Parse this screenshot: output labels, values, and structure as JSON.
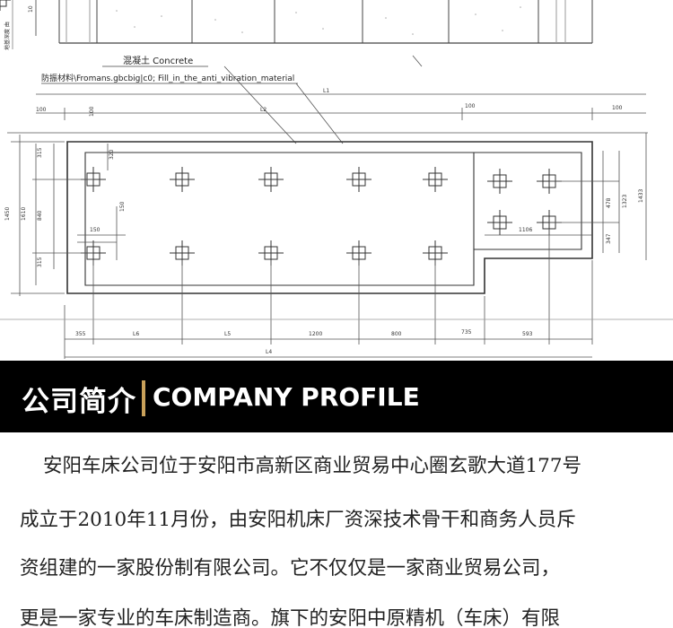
{
  "drawing": {
    "label_concrete": "混凝土 Concrete",
    "label_material": "防振材料\\Fromans.gbcbig|c0; Fill_in_the_anti_vibration_material",
    "side_note": "地基深度 由",
    "dim": {
      "L1": "L1",
      "L2": "L2",
      "L4": "L4",
      "L5": "L5",
      "L6": "L6",
      "d100a": "100",
      "d100b": "100",
      "d100c": "100",
      "d100d": "100",
      "d100e": "10",
      "d150a": "150",
      "d150b": "150",
      "d315": "315",
      "d320": "320",
      "d840": "840",
      "d1610": "1610",
      "d1450": "1450",
      "d315b": "315",
      "d355": "355",
      "d1200": "1200",
      "d800": "800",
      "d735": "735",
      "d593": "593",
      "d1106": "1106",
      "d478": "478",
      "d347": "347",
      "d1323": "1323",
      "d1433": "1433"
    }
  },
  "banner": {
    "title_cn": "公司简介",
    "title_en": "COMPANY PROFILE"
  },
  "profile": {
    "lines": [
      "安阳车床公司位于安阳市高新区商业贸易中心圈玄歌大道177号",
      "成立于2010年11月份，由安阳机床厂资深技术骨干和商务人员斥",
      "资组建的一家股份制有限公司。它不仅仅是一家商业贸易公司，",
      "更是一家专业的车床制造商。旗下的安阳中原精机（车床）有限"
    ]
  }
}
